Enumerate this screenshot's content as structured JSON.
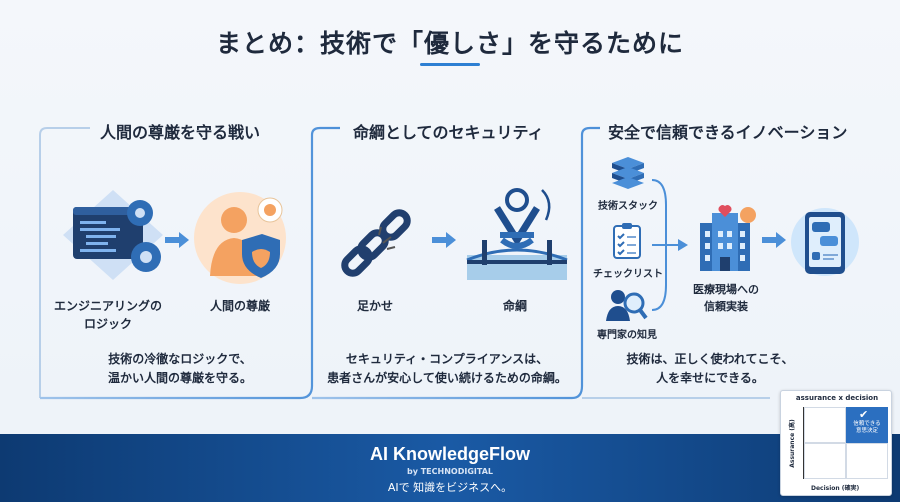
{
  "title": "まとめ：技術で「優しさ」を守るために",
  "sections": [
    {
      "title": "人間の尊厳を守る戦い",
      "items": [
        "エンジニアリングの\nロジック",
        "人間の尊厳"
      ],
      "summary": "技術の冷徹なロジックで、\n温かい人間の尊厳を守る。"
    },
    {
      "title": "命綱としてのセキュリティ",
      "items": [
        "足かせ",
        "命綱"
      ],
      "summary": "セキュリティ・コンプライアンスは、\n患者さんが安心して使い続けるための命綱。"
    },
    {
      "title": "安全で信頼できるイノベーション",
      "items": [
        "技術スタック",
        "チェックリスト",
        "専門家の知見",
        "医療現場への\n信頼実装"
      ],
      "summary": "技術は、正しく使われてこそ、\n人を幸せにできる。"
    }
  ],
  "matrix": {
    "title": "assurance x decision",
    "y_label": "Assurance (高)",
    "x_label": "Decision (確実)",
    "highlight": "信頼できる\n意思決定"
  },
  "footer": {
    "brand": "AI KnowledgeFlow",
    "by": "by TECHNODIGITAL",
    "tagline": "AIで 知識をビジネスへ。"
  },
  "colors": {
    "accent": "#2d7fd3",
    "footer": "#0d3a72",
    "icon_blue": "#2f6db5",
    "orange": "#f4a261"
  }
}
